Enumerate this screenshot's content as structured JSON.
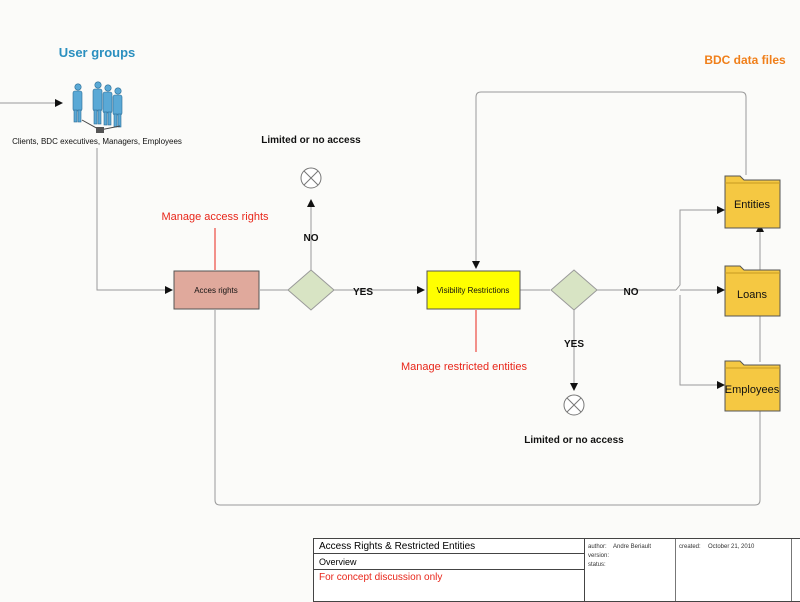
{
  "labels": {
    "user_groups_title": "User groups",
    "user_groups_desc": "Clients, BDC executives, Managers, Employees",
    "bdc_files_title": "BDC data files",
    "limited_top": "Limited or no access",
    "limited_bottom": "Limited or no access",
    "manage_access": "Manage access rights",
    "manage_restricted": "Manage restricted entities",
    "no_1": "NO",
    "yes_1": "YES",
    "no_2": "NO",
    "yes_2": "YES"
  },
  "boxes": {
    "access_rights": "Acces rights",
    "visibility": "Visibility Restrictions"
  },
  "folders": {
    "entities": "Entities",
    "loans": "Loans",
    "employees": "Employees"
  },
  "title_block": {
    "title": "Access Rights & Restricted Entities",
    "subtitle": "Overview",
    "note": "For concept discussion only",
    "author_label": "author:",
    "author": "Andre Beriault",
    "version_label": "version:",
    "status_label": "status:",
    "created_label": "created:",
    "created": "October 21, 2010"
  },
  "colors": {
    "access_box": "#e0a99c",
    "visibility_box": "#ffff00",
    "diamond": "#d8e4c4",
    "folder": "#f5c842",
    "blue_title": "#2a8fbf",
    "orange_title": "#f07f1a",
    "red_text": "#e8261a"
  }
}
